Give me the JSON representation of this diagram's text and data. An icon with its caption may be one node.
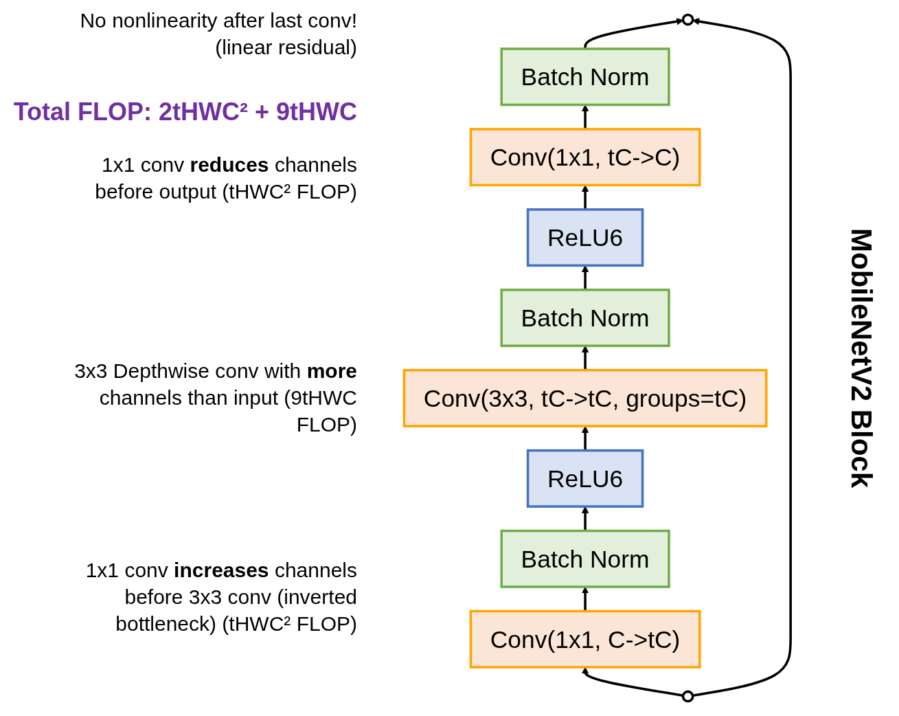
{
  "diagram": {
    "nodes": [
      {
        "text": [],
        "shape": "circle"
      },
      {
        "text": [
          "Batch Norm"
        ]
      },
      {
        "text": [
          "Conv(1x1, tC->C)"
        ]
      },
      {
        "text": [
          "ReLU6"
        ]
      },
      {
        "text": [
          "Batch Norm"
        ]
      },
      {
        "text": [
          "Conv(3x3, tC->tC, groups=tC)"
        ]
      },
      {
        "text": [
          "ReLU6"
        ]
      },
      {
        "text": [
          "Batch Norm"
        ]
      },
      {
        "text": [
          "Conv(1x1, C->tC)"
        ]
      },
      {
        "text": [],
        "shape": "circle"
      }
    ],
    "edges": [
      {
        "from": 9,
        "to": 8,
        "arrow": "to"
      },
      {
        "from": 8,
        "to": 7,
        "arrow": "to"
      },
      {
        "from": 7,
        "to": 6,
        "arrow": "to"
      },
      {
        "from": 6,
        "to": 5,
        "arrow": "to"
      },
      {
        "from": 5,
        "to": 4,
        "arrow": "to"
      },
      {
        "from": 4,
        "to": 3,
        "arrow": "to"
      },
      {
        "from": 3,
        "to": 2,
        "arrow": "to"
      },
      {
        "from": 2,
        "to": 1,
        "arrow": "to"
      },
      {
        "from": 1,
        "to": 0,
        "arrow": "to"
      },
      {
        "from": 9,
        "to": 0,
        "arrow": "to"
      }
    ],
    "labels": [
      "No nonlinearity after last conv! (linear residual)",
      "Total FLOP: 2tHWC² + 9tHWC",
      "1x1 conv **reduces** channels before output (tHWC² FLOP)",
      "3x3 Depthwise conv with **more** channels than input (9tHWC FLOP)",
      "1x1 conv **increases** channels before 3x3 conv (inverted bottleneck) (tHWC² FLOP)",
      "MobileNetV2 Block"
    ]
  }
}
